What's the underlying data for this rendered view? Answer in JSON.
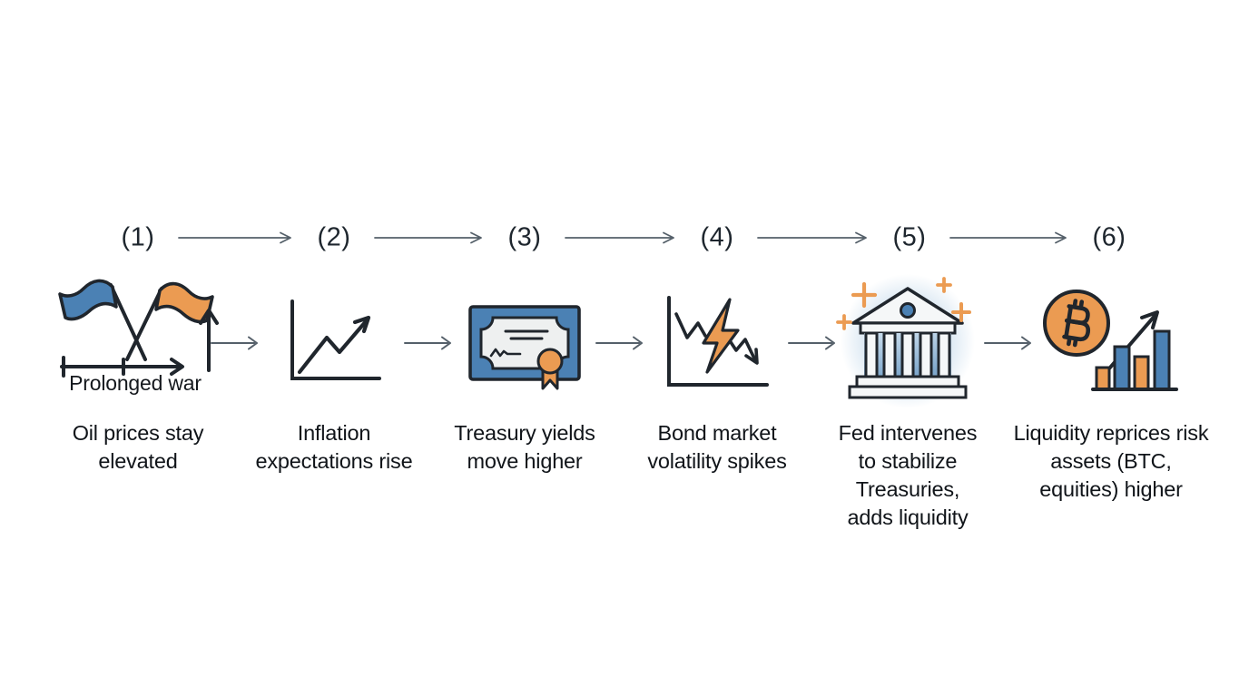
{
  "diagram": {
    "type": "causal-flow",
    "orientation": "horizontal",
    "step_count": 6
  },
  "palette": {
    "blue": "#4b81b4",
    "orange": "#eb9b52",
    "outline": "#20262d",
    "arrow_gray": "#55606a",
    "text_dark": "#101419",
    "glow_blue": "#cddfee",
    "paper": "#eef0f0",
    "background": "#ffffff"
  },
  "steps": [
    {
      "number": "(1)",
      "icon": "war-flags-icon",
      "caption": "Prolonged war",
      "label": "Oil prices stay elevated"
    },
    {
      "number": "(2)",
      "icon": "rising-line-chart-icon",
      "label": "Inflation expectations rise"
    },
    {
      "number": "(3)",
      "icon": "bond-certificate-icon",
      "label": "Treasury yields move higher"
    },
    {
      "number": "(4)",
      "icon": "volatility-lightning-chart-icon",
      "label": "Bond market volatility spikes"
    },
    {
      "number": "(5)",
      "icon": "federal-reserve-bank-icon",
      "label": "Fed intervenes to stabilize Treasuries, adds liquidity"
    },
    {
      "number": "(6)",
      "icon": "bitcoin-bar-chart-icon",
      "label": "Liquidity reprices risk assets (BTC, equities) higher"
    }
  ]
}
